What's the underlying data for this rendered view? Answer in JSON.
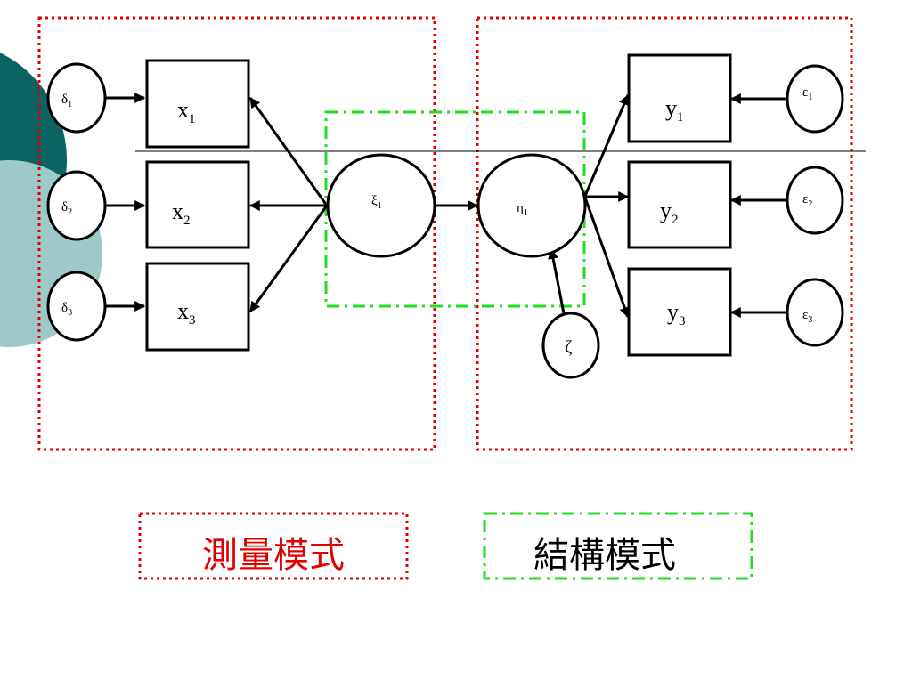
{
  "colors": {
    "theme_dark": "#0b6462",
    "theme_light": "#9ec9c9",
    "measurement": "#e00000",
    "structural": "#22dd22"
  },
  "nodes": {
    "delta1": {
      "symbol": "δ",
      "sub": "1"
    },
    "delta2": {
      "symbol": "δ",
      "sub": "2"
    },
    "delta3": {
      "symbol": "δ",
      "sub": "3"
    },
    "x1": {
      "symbol": "x",
      "sub": "1"
    },
    "x2": {
      "symbol": "x",
      "sub": "2"
    },
    "x3": {
      "symbol": "x",
      "sub": "3"
    },
    "xi1": {
      "symbol": "ξ",
      "sub": "1"
    },
    "eta1": {
      "symbol": "η",
      "sub": "1"
    },
    "zeta": {
      "symbol": "ζ"
    },
    "y1": {
      "symbol": "y",
      "sub": "1"
    },
    "y2": {
      "symbol": "y",
      "sub": "2"
    },
    "y3": {
      "symbol": "y",
      "sub": "3"
    },
    "eps1": {
      "symbol": "ε",
      "sub": "1"
    },
    "eps2": {
      "symbol": "ε",
      "sub": "2"
    },
    "eps3": {
      "symbol": "ε",
      "sub": "3"
    }
  },
  "legend": {
    "measurement_label": "測量模式",
    "structural_label": "結構模式"
  }
}
